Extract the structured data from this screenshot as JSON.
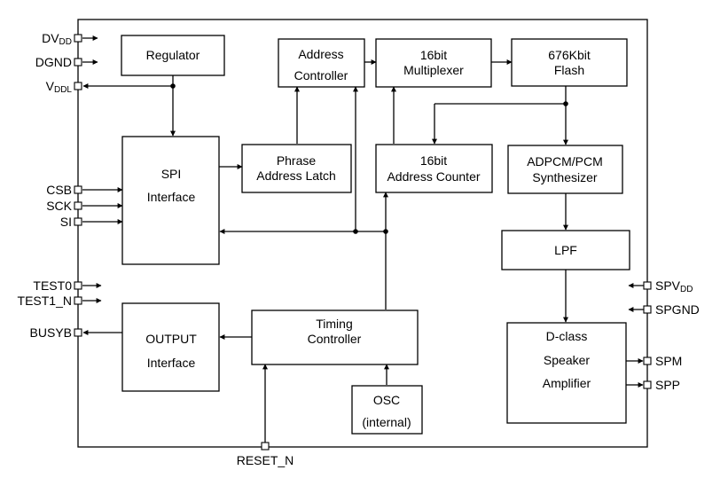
{
  "blocks": {
    "regulator": [
      "Regulator"
    ],
    "address_controller": [
      "Address",
      "Controller"
    ],
    "multiplexer": [
      "16bit",
      "Multiplexer"
    ],
    "flash": [
      "676Kbit",
      "Flash"
    ],
    "spi_interface": [
      "SPI",
      "Interface"
    ],
    "phrase_address_latch": [
      "Phrase",
      "Address Latch"
    ],
    "address_counter": [
      "16bit",
      "Address Counter"
    ],
    "synthesizer": [
      "ADPCM/PCM",
      "Synthesizer"
    ],
    "lpf": [
      "LPF"
    ],
    "output_interface": [
      "OUTPUT",
      "Interface"
    ],
    "timing_controller": [
      "Timing",
      "Controller"
    ],
    "osc": [
      "OSC",
      "(internal)"
    ],
    "dclass_amplifier": [
      "D-class",
      "Speaker",
      "Amplifier"
    ]
  },
  "pins": {
    "dvdd": {
      "main": "DV",
      "sub": "DD"
    },
    "dgnd": {
      "main": "DGND",
      "sub": ""
    },
    "vddl": {
      "main": "V",
      "sub": "DDL"
    },
    "csb": {
      "main": "CSB",
      "sub": ""
    },
    "sck": {
      "main": "SCK",
      "sub": ""
    },
    "si": {
      "main": "SI",
      "sub": ""
    },
    "test0": {
      "main": "TEST0",
      "sub": ""
    },
    "test1_n": {
      "main": "TEST1_N",
      "sub": ""
    },
    "busyb": {
      "main": "BUSYB",
      "sub": ""
    },
    "reset_n": {
      "main": "RESET_N",
      "sub": ""
    },
    "spvdd": {
      "main": "SPV",
      "sub": "DD"
    },
    "spgnd": {
      "main": "SPGND",
      "sub": ""
    },
    "spm": {
      "main": "SPM",
      "sub": ""
    },
    "spp": {
      "main": "SPP",
      "sub": ""
    }
  }
}
